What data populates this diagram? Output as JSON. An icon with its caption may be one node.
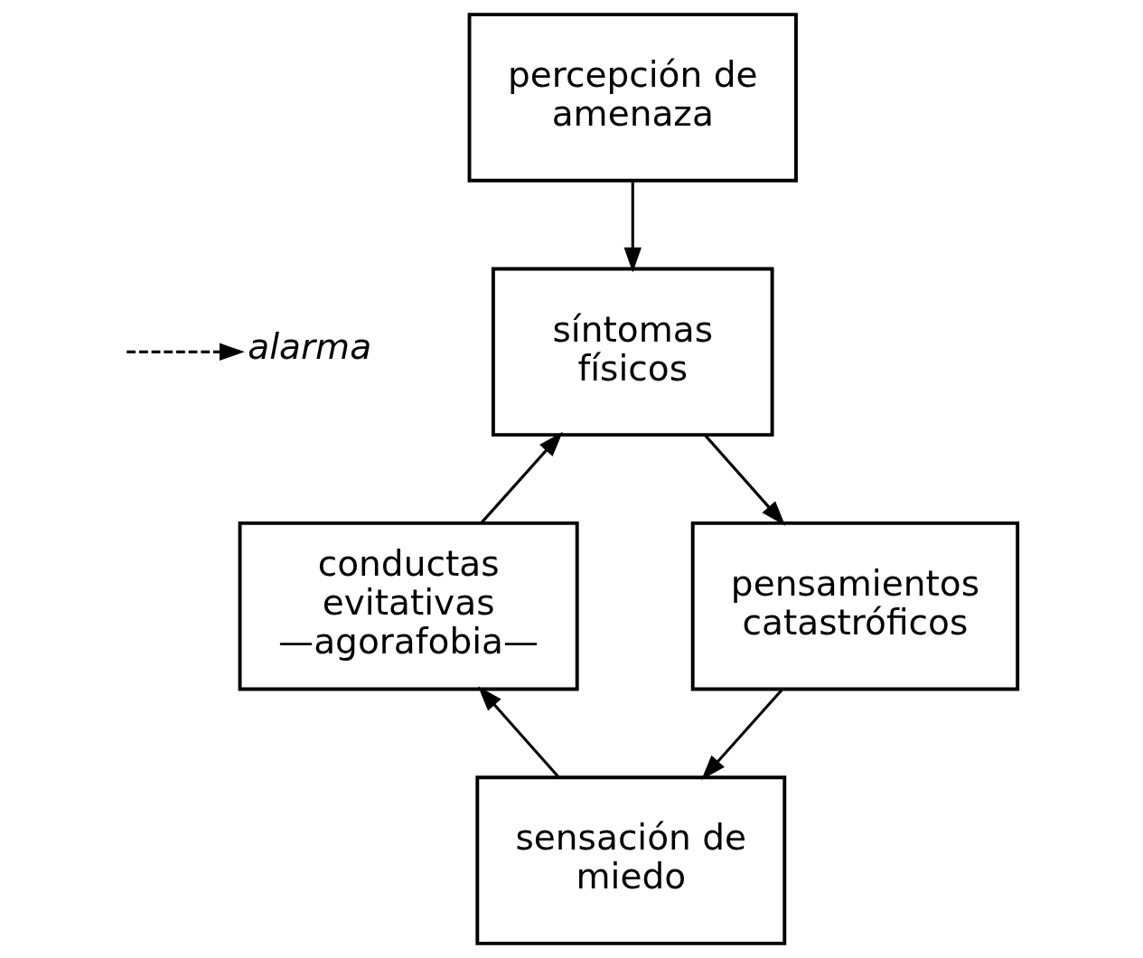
{
  "diagram": {
    "nodes": [
      {
        "text": [
          "percepción de amenaza"
        ]
      },
      {
        "text": [
          "alarma"
        ]
      },
      {
        "text": [
          "síntomas físicos"
        ]
      },
      {
        "text": [
          "conductas evitativas —agorafobia—"
        ]
      },
      {
        "text": [
          "pensamientos catastróficos"
        ]
      },
      {
        "text": [
          "sensación de miedo"
        ]
      }
    ],
    "edges": [
      {
        "from": 0,
        "to": 2,
        "arrow": "to"
      },
      {
        "from": null,
        "to": 1,
        "arrow": "to",
        "style": "dashed"
      },
      {
        "from": 2,
        "to": 4,
        "arrow": "to"
      },
      {
        "from": 4,
        "to": 5,
        "arrow": "to"
      },
      {
        "from": 5,
        "to": 3,
        "arrow": "to"
      },
      {
        "from": 3,
        "to": 2,
        "arrow": "to"
      }
    ]
  }
}
